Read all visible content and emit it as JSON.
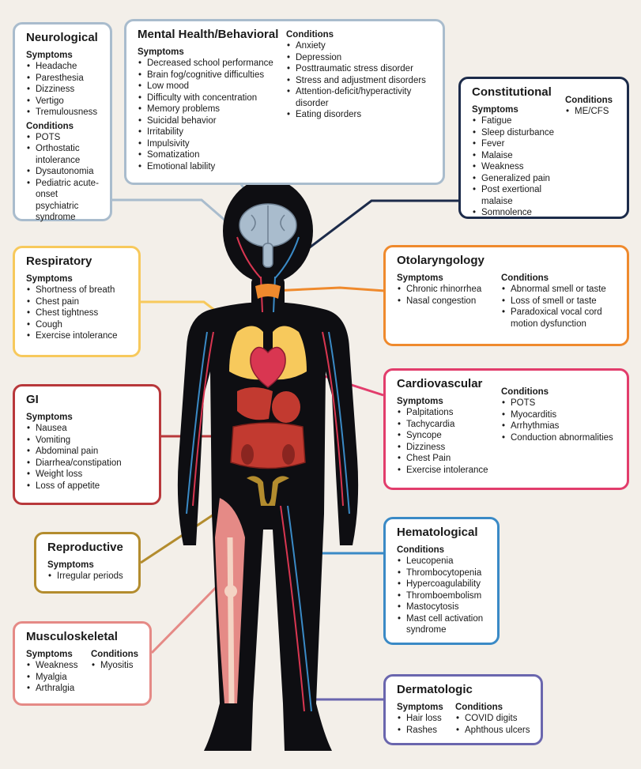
{
  "colors": {
    "background": "#f3efe9",
    "neurological": "#a9bccd",
    "mental": "#a9bccd",
    "constitutional": "#1c2b4a",
    "respiratory": "#f7c95c",
    "otolaryngology": "#ef8a2d",
    "gi": "#b8383b",
    "cardiovascular": "#e23d6c",
    "reproductive": "#b38c2e",
    "hematological": "#3a8ac6",
    "musculoskeletal": "#e58a86",
    "dermatologic": "#6a66ae"
  },
  "neurological": {
    "title": "Neurological",
    "symptoms_label": "Symptoms",
    "symptoms": [
      "Headache",
      "Paresthesia",
      "Dizziness",
      "Vertigo",
      "Tremulousness"
    ],
    "conditions_label": "Conditions",
    "conditions": [
      "POTS",
      "Orthostatic intolerance",
      "Dysautonomia",
      "Pediatric acute-onset psychiatric syndrome"
    ]
  },
  "mental": {
    "title": "Mental Health/Behavioral",
    "symptoms_label": "Symptoms",
    "symptoms": [
      "Decreased school performance",
      "Brain fog/cognitive difficulties",
      "Low mood",
      "Difficulty with concentration",
      "Memory problems",
      "Suicidal behavior",
      "Irritability",
      "Impulsivity",
      "Somatization",
      "Emotional lability"
    ],
    "conditions_label": "Conditions",
    "conditions": [
      "Anxiety",
      "Depression",
      "Posttraumatic stress disorder",
      "Stress and adjustment disorders",
      "Attention-deficit/hyperactivity disorder",
      "Eating disorders"
    ]
  },
  "constitutional": {
    "title": "Constitutional",
    "symptoms_label": "Symptoms",
    "symptoms": [
      "Fatigue",
      "Sleep disturbance",
      "Fever",
      "Malaise",
      "Weakness",
      "Generalized pain",
      "Post exertional malaise",
      "Somnolence"
    ],
    "conditions_label": "Conditions",
    "conditions": [
      "ME/CFS"
    ]
  },
  "respiratory": {
    "title": "Respiratory",
    "symptoms_label": "Symptoms",
    "symptoms": [
      "Shortness of breath",
      "Chest pain",
      "Chest tightness",
      "Cough",
      "Exercise intolerance"
    ]
  },
  "otolaryngology": {
    "title": "Otolaryngology",
    "symptoms_label": "Symptoms",
    "symptoms": [
      "Chronic rhinorrhea",
      "Nasal congestion"
    ],
    "conditions_label": "Conditions",
    "conditions": [
      "Abnormal smell or taste",
      "Loss of smell or taste",
      "Paradoxical vocal cord motion dysfunction"
    ]
  },
  "gi": {
    "title": "GI",
    "symptoms_label": "Symptoms",
    "symptoms": [
      "Nausea",
      "Vomiting",
      "Abdominal pain",
      "Diarrhea/constipation",
      "Weight loss",
      "Loss of appetite"
    ]
  },
  "cardiovascular": {
    "title": "Cardiovascular",
    "symptoms_label": "Symptoms",
    "symptoms": [
      "Palpitations",
      "Tachycardia",
      "Syncope",
      "Dizziness",
      "Chest Pain",
      "Exercise intolerance"
    ],
    "conditions_label": "Conditions",
    "conditions": [
      "POTS",
      "Myocarditis",
      "Arrhythmias",
      "Conduction abnormalities"
    ]
  },
  "reproductive": {
    "title": "Reproductive",
    "symptoms_label": "Symptoms",
    "symptoms": [
      "Irregular periods"
    ]
  },
  "hematological": {
    "title": "Hematological",
    "conditions_label": "Conditions",
    "conditions": [
      "Leucopenia",
      "Thrombocytopenia",
      "Hypercoagulability",
      "Thromboembolism",
      "Mastocytosis",
      "Mast cell activation syndrome"
    ]
  },
  "musculoskeletal": {
    "title": "Musculoskeletal",
    "symptoms_label": "Symptoms",
    "symptoms": [
      "Weakness",
      "Myalgia",
      "Arthralgia"
    ],
    "conditions_label": "Conditions",
    "conditions": [
      "Myositis"
    ]
  },
  "dermatologic": {
    "title": "Dermatologic",
    "symptoms_label": "Symptoms",
    "symptoms": [
      "Hair loss",
      "Rashes"
    ],
    "conditions_label": "Conditions",
    "conditions": [
      "COVID digits",
      "Aphthous ulcers"
    ]
  }
}
